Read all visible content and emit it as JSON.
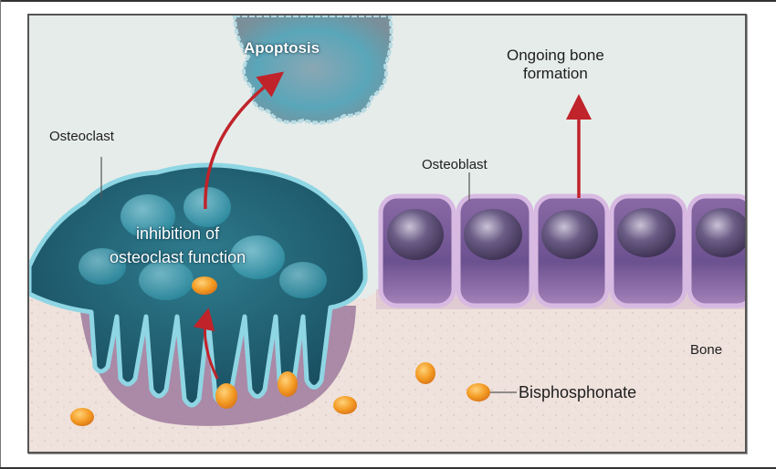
{
  "diagram": {
    "labels": {
      "apoptosis": "Apoptosis",
      "ongoing_bone_formation_line1": "Ongoing bone",
      "ongoing_bone_formation_line2": "formation",
      "osteoclast": "Osteoclast",
      "osteoblast": "Osteoblast",
      "inhibition_line1": "inhibition of",
      "inhibition_line2": "osteoclast function",
      "bone": "Bone",
      "bisphosphonate": "Bisphosphonate"
    },
    "colors": {
      "background": "#e6ecea",
      "bone": "#eedfd9",
      "resorption_pit": "#9d7a9e",
      "osteoclast_body": "#1f5f6f",
      "osteoclast_membrane": "#7cc9d9",
      "osteoblast": "#b994c4",
      "osteoblast_nucleus": "#5b4a72",
      "bisphosphonate": "#f09a28",
      "arrow": "#c0232a"
    },
    "osteoblast_count": 5
  }
}
